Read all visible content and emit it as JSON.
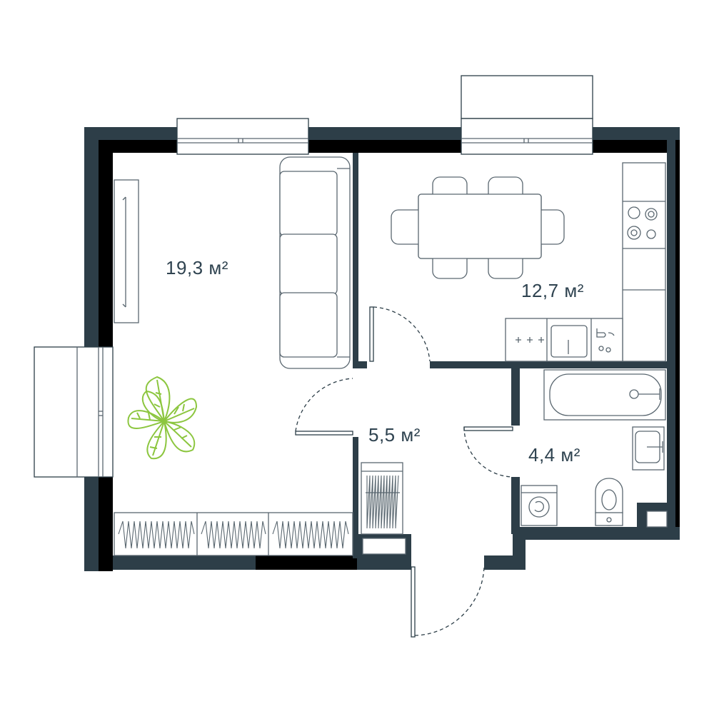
{
  "plan": {
    "rooms": [
      {
        "id": "living",
        "area_label": "19,3 м²"
      },
      {
        "id": "kitchen",
        "area_label": "12,7 м²"
      },
      {
        "id": "hall",
        "area_label": "5,5 м²"
      },
      {
        "id": "bathroom",
        "area_label": "4,4 м²"
      }
    ]
  },
  "colors": {
    "wall": "#2d3e48",
    "wall_dark": "#000000",
    "furniture_stroke": "#5a6770",
    "plant": "#8cc63f",
    "label": "#2f4350"
  },
  "icons": {
    "plant": "monstera-plant-icon",
    "washer": "washing-machine-icon",
    "stove": "cooktop-icon",
    "sink": "sink-icon",
    "toilet": "toilet-icon",
    "bathtub": "bathtub-icon"
  }
}
